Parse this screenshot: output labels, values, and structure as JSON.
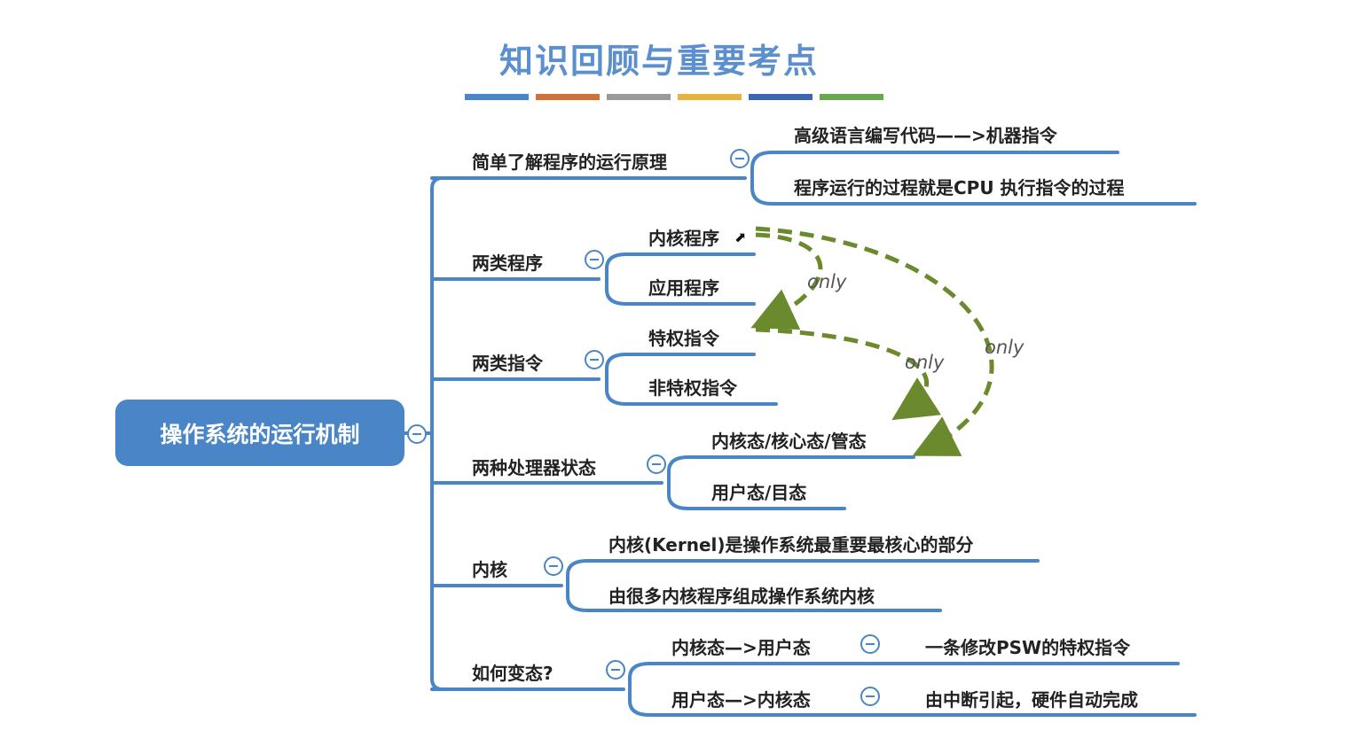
{
  "title": "知识回顾与重要考点",
  "title_bars": [
    "#4a86c7",
    "#d2703a",
    "#9a9a9a",
    "#e8b23c",
    "#3f66b3",
    "#6aa84f"
  ],
  "root": "操作系统的运行机制",
  "branches": {
    "run_principle": {
      "label": "简单了解程序的运行原理",
      "items": [
        "高级语言编写代码——>机器指令",
        "程序运行的过程就是CPU 执行指令的过程"
      ]
    },
    "program_types": {
      "label": "两类程序",
      "items": [
        "内核程序",
        "应用程序"
      ]
    },
    "instruction_types": {
      "label": "两类指令",
      "items": [
        "特权指令",
        "非特权指令"
      ]
    },
    "cpu_states": {
      "label": "两种处理器状态",
      "items": [
        "内核态/核心态/管态",
        "用户态/目态"
      ]
    },
    "kernel": {
      "label": "内核",
      "items": [
        "内核(Kernel)是操作系统最重要最核心的部分",
        "由很多内核程序组成操作系统内核"
      ]
    },
    "state_change": {
      "label": "如何变态?",
      "items": [
        {
          "label": "内核态—>用户态",
          "detail": "一条修改PSW的特权指令"
        },
        {
          "label": "用户态—>内核态",
          "detail": "由中断引起，硬件自动完成"
        }
      ]
    }
  },
  "relations": [
    "only",
    "only",
    "only"
  ],
  "colors": {
    "line": "#4a86c7",
    "arrow": "#6b8a2e",
    "title": "#5b8fcd"
  }
}
